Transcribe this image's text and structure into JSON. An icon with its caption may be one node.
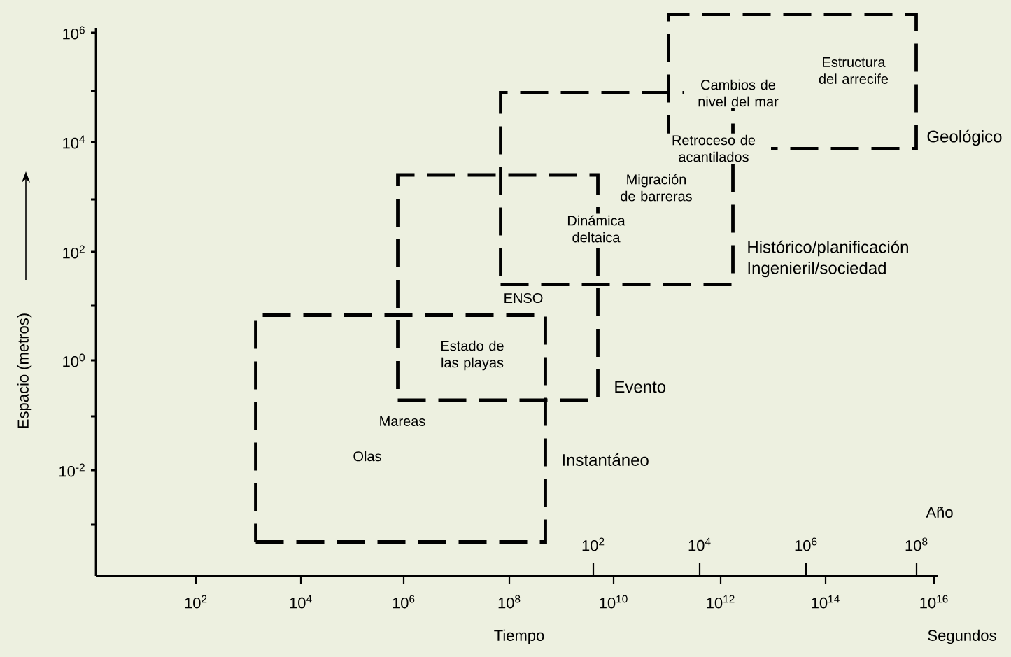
{
  "diagram": {
    "nodes": [
      {
        "text": [
          "Geológico"
        ]
      },
      {
        "text": [
          "Histórico/planificación Ingenieril/sociedad"
        ]
      },
      {
        "text": [
          "Evento"
        ]
      },
      {
        "text": [
          "Instantáneo"
        ]
      }
    ],
    "labels": [
      "10$^{6}$",
      "10$^{4}$",
      "10$^{2}$",
      "10$^{0}$",
      "10$^{-2}$",
      "Espacio (metros)",
      "Estructura del arrecife",
      "Cambios de nivel del mar",
      "Retroceso de acantilados",
      "Migración de barreras",
      "Dinámica deltaica",
      "ENSO",
      "Estado de las playas",
      "Mareas",
      "Olas",
      "Año",
      "10$^{2}$",
      "10$^{4}$",
      "10$^{6}$",
      "10$^{8}$",
      "10$^{2}$",
      "10$^{4}$",
      "10$^{6}$",
      "10$^{8}$",
      "10$^{10}$",
      "10$^{12}$",
      "10$^{14}$",
      "10$^{16}$",
      "Tiempo",
      "Segundos"
    ]
  }
}
